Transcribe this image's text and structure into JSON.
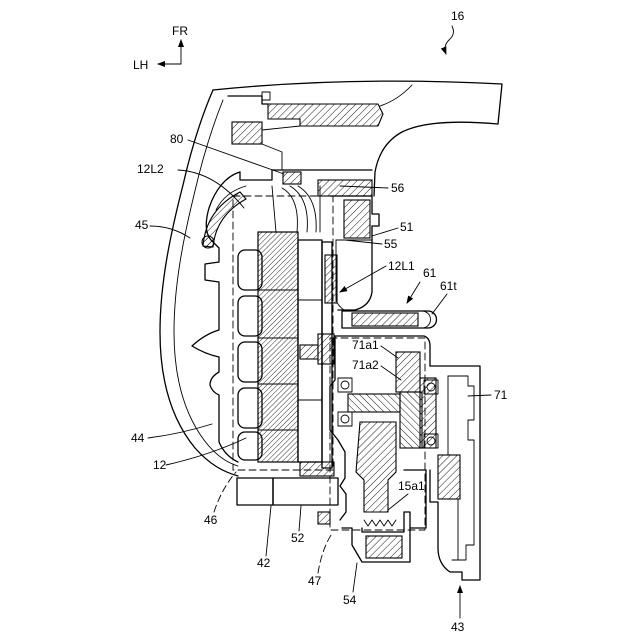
{
  "figure": {
    "direction_labels": {
      "forward": "FR",
      "left": "LH"
    },
    "reference_numerals": {
      "r16": "16",
      "r80": "80",
      "r12L2": "12L2",
      "r56": "56",
      "r45": "45",
      "r51": "51",
      "r55": "55",
      "r12L1": "12L1",
      "r61": "61",
      "r61t": "61t",
      "r71a1": "71a1",
      "r71a2": "71a2",
      "r71": "71",
      "r44": "44",
      "r12": "12",
      "r15a1": "15a1",
      "r46": "46",
      "r42": "42",
      "r52": "52",
      "r47": "47",
      "r54": "54",
      "r43": "43"
    }
  },
  "colors": {
    "line": "#000000",
    "background": "#ffffff"
  }
}
